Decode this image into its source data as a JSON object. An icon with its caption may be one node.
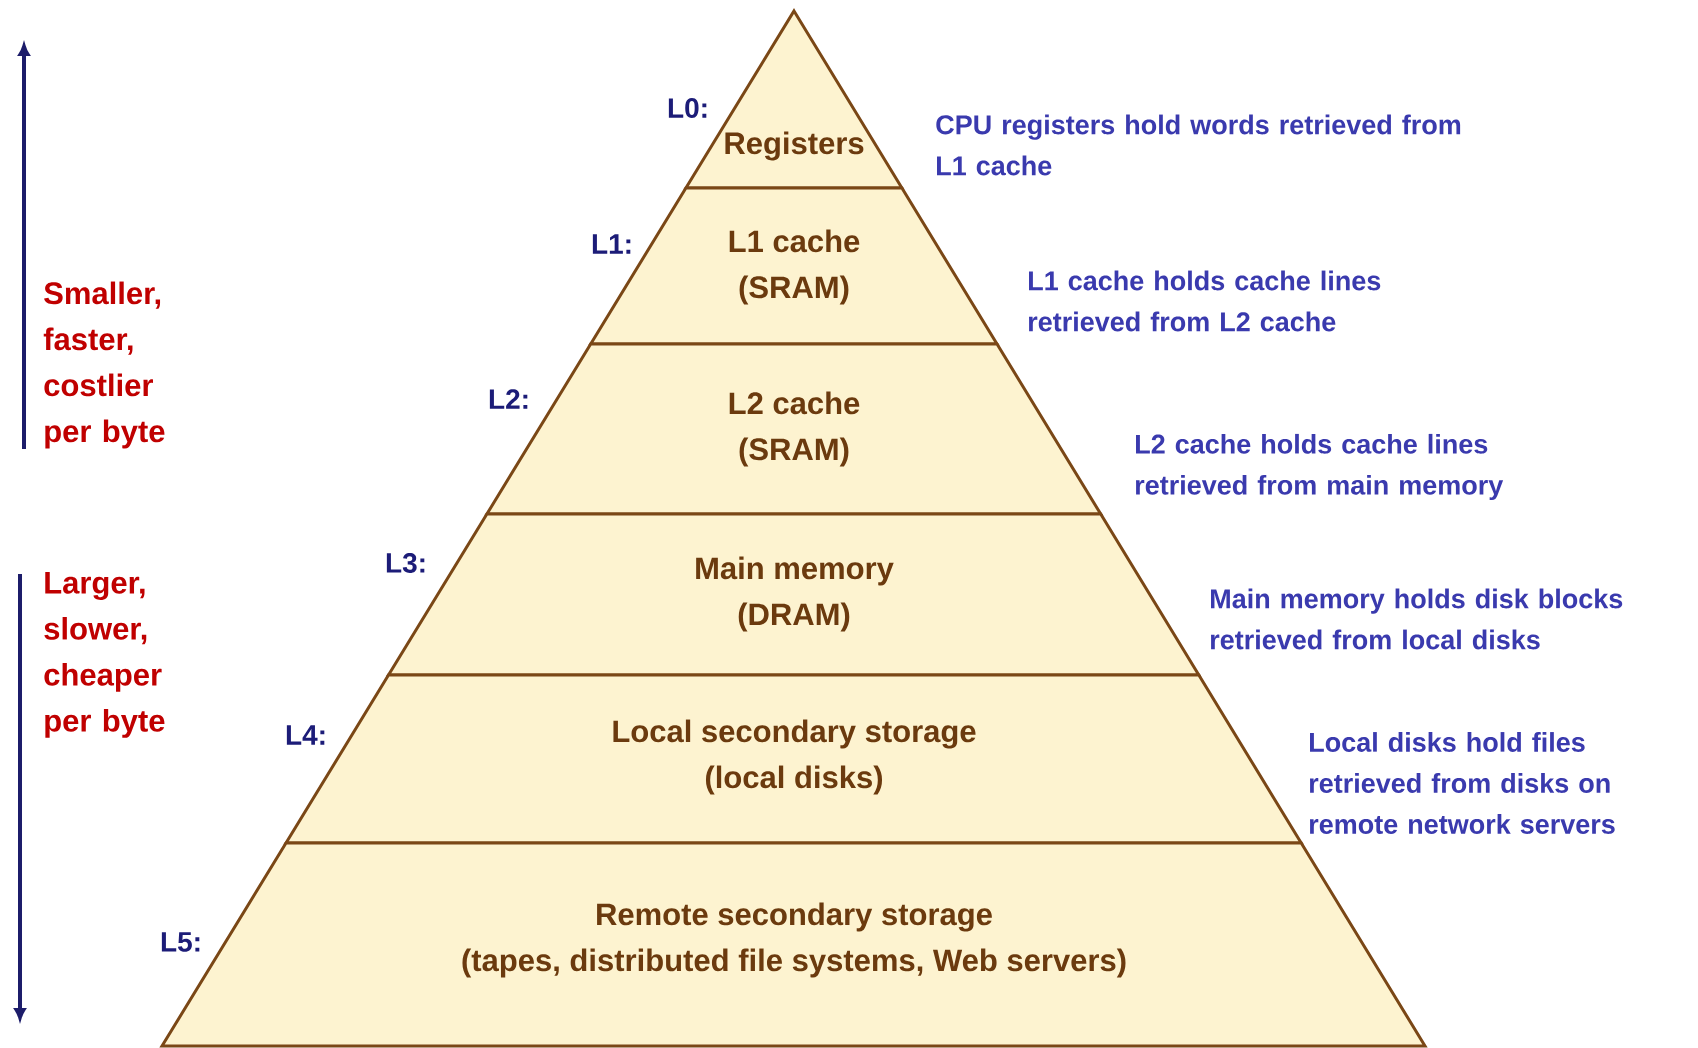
{
  "diagram": {
    "nodes": [
      {
        "text": [
          "Registers"
        ],
        "beside": [
          "L0:"
        ]
      },
      {
        "text": [
          "L1 cache",
          "(SRAM)"
        ],
        "beside": [
          "L1:"
        ]
      },
      {
        "text": [
          "L2 cache",
          "(SRAM)"
        ],
        "beside": [
          "L2:"
        ]
      },
      {
        "text": [
          "Main memory",
          "(DRAM)"
        ],
        "beside": [
          "L3:"
        ]
      },
      {
        "text": [
          "Local secondary storage",
          "(local disks)"
        ],
        "beside": [
          "L4:"
        ]
      },
      {
        "text": [
          "Remote secondary storage",
          "(tapes, distributed file systems, Web servers)"
        ],
        "beside": [
          "L5:"
        ]
      }
    ],
    "labels": [
      "Smaller, faster, costlier per byte",
      "Larger, slower, cheaper per byte",
      "CPU registers hold words retrieved from L1 cache",
      "L1 cache holds cache lines retrieved from L2 cache",
      "L2 cache holds cache lines retrieved from main memory",
      "Main memory holds disk blocks retrieved from local disks",
      "Local disks hold files retrieved from disks on remote network servers"
    ]
  }
}
